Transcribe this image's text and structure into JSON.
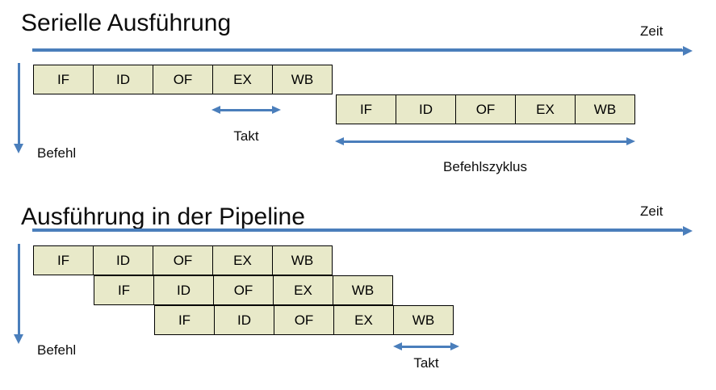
{
  "sections": [
    {
      "id": "serial",
      "title": "Serielle Ausführung",
      "time_axis_label": "Zeit",
      "instruction_axis_label": "Befehl",
      "rows": [
        {
          "stages": [
            "IF",
            "ID",
            "OF",
            "EX",
            "WB"
          ]
        },
        {
          "stages": [
            "IF",
            "ID",
            "OF",
            "EX",
            "WB"
          ]
        }
      ],
      "annotations": [
        {
          "id": "takt",
          "label": "Takt"
        },
        {
          "id": "befehlszyklus",
          "label": "Befehlszyklus"
        }
      ]
    },
    {
      "id": "pipeline",
      "title": "Ausführung in der Pipeline",
      "time_axis_label": "Zeit",
      "instruction_axis_label": "Befehl",
      "rows": [
        {
          "stages": [
            "IF",
            "ID",
            "OF",
            "EX",
            "WB"
          ]
        },
        {
          "stages": [
            "IF",
            "ID",
            "OF",
            "EX",
            "WB"
          ]
        },
        {
          "stages": [
            "IF",
            "ID",
            "OF",
            "EX",
            "WB"
          ]
        }
      ],
      "annotations": [
        {
          "id": "takt",
          "label": "Takt"
        }
      ]
    }
  ],
  "colors": {
    "accent_blue": "#4a7ebb",
    "stage_fill": "#e8e9c9",
    "stage_border": "#000000",
    "text": "#0d0d0d"
  }
}
